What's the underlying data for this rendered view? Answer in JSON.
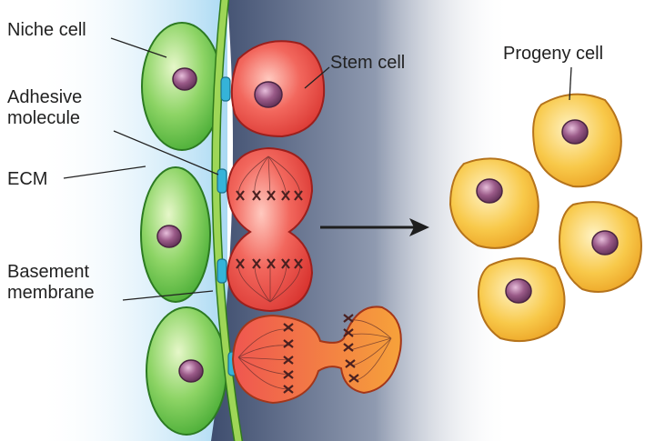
{
  "labels": {
    "niche_cell": "Niche cell",
    "adhesive_molecule": [
      "Adhesive",
      "molecule"
    ],
    "ecm": "ECM",
    "basement_membrane": [
      "Basement",
      "membrane"
    ],
    "stem_cell": "Stem cell",
    "progeny_cell": "Progeny cell"
  },
  "colors": {
    "niche_cell": "#5cbf3f",
    "stem_cell": "#e8413c",
    "progeny_cell": "#f2b52a",
    "nucleus": "#8a4c78",
    "basement_membrane": "#8fce4a",
    "adhesive_molecule": "#2ba6c9",
    "ecm_glow": "#bfe3f6",
    "stromal_gradient": "#3e4d6e"
  }
}
